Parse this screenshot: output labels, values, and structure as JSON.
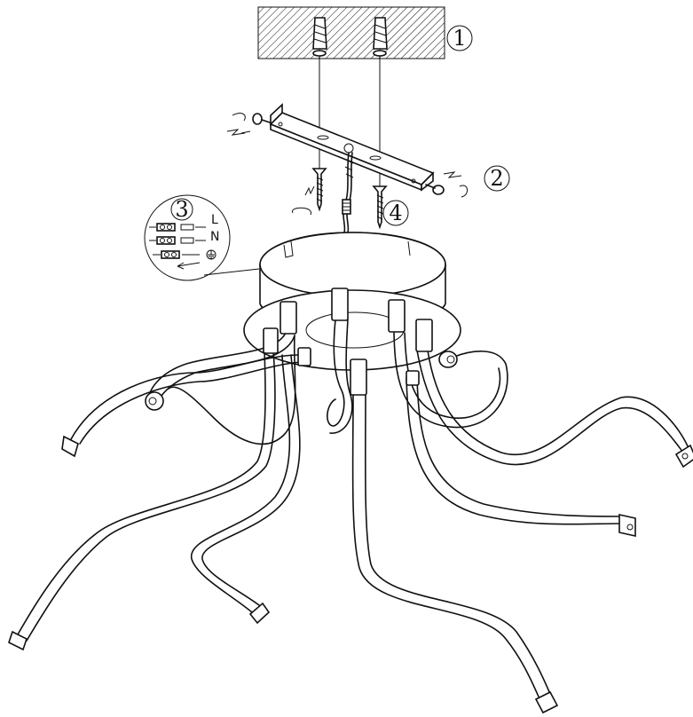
{
  "steps": [
    {
      "id": "step1",
      "number": "1",
      "glyph": "①"
    },
    {
      "id": "step2",
      "number": "2",
      "glyph": "②"
    },
    {
      "id": "step3",
      "number": "3",
      "glyph": "③"
    },
    {
      "id": "step4",
      "number": "4",
      "glyph": "④"
    }
  ],
  "wiring": {
    "live_label": "L",
    "neutral_label": "N",
    "earth_icon": "earth-ground-icon"
  },
  "colors": {
    "line": "#111111",
    "background": "#ffffff"
  }
}
